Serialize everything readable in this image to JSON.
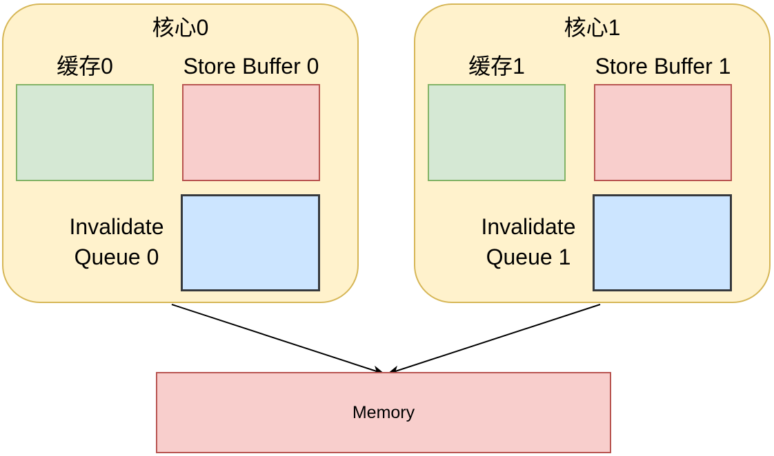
{
  "diagram": {
    "cores": [
      {
        "title": "核心0",
        "cache_label": "缓存0",
        "store_buffer_label": "Store Buffer 0",
        "invalidate_queue_line1": "Invalidate",
        "invalidate_queue_line2": "Queue 0"
      },
      {
        "title": "核心1",
        "cache_label": "缓存1",
        "store_buffer_label": "Store Buffer 1",
        "invalidate_queue_line1": "Invalidate",
        "invalidate_queue_line2": "Queue 1"
      }
    ],
    "memory_label": "Memory"
  },
  "colors": {
    "core-fill": "#FFF2CC",
    "core-stroke": "#D6B656",
    "cache-fill": "#D5E8D4",
    "cache-stroke": "#82B366",
    "store-buffer-fill": "#F8CECC",
    "store-buffer-stroke": "#B85450",
    "invalidate-queue-fill": "#CCE5FF",
    "invalidate-queue-stroke": "#36393D",
    "memory-fill": "#F8CECC",
    "memory-stroke": "#B85450",
    "arrow": "#000000",
    "text": "#000000"
  }
}
